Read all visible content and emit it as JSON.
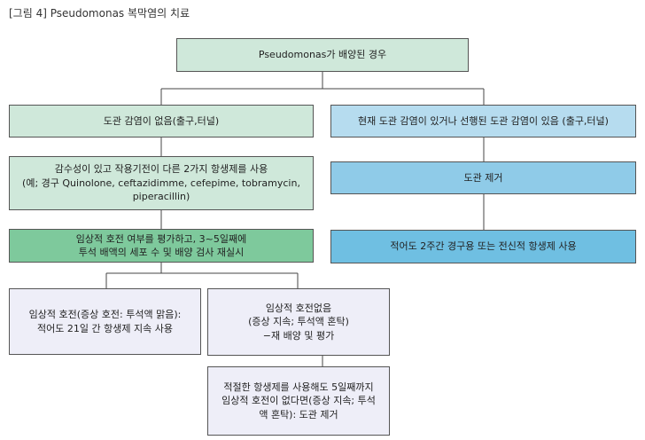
{
  "caption": "[그림 4] Pseudomonas 복막염의 치료",
  "nodes": {
    "root": "Pseudomonas가 배양된 경우",
    "left1": "도관 감염이 없음(출구,터널)",
    "left2": "감수성이 있고 작용기전이 다른 2가지 항생제를 사용\n(예; 경구 Quinolone, ceftazidimme, cefepime, tobramycin,\npiperacillin)",
    "left3": "임상적 호전 여부를 평가하고, 3~5일째에\n투석 배액의 세포 수 및 배양 검사 재실시",
    "improve": "임상적 호전(증상 호전: 투석액 맑음):\n적어도 21일 간 항생제 지속 사용",
    "noimprove": "임상적 호전없음\n(증상 지속; 투석액 혼탁)\n−재 배양 및 평가",
    "final": "적절한 항생제를 사용해도 5일째까지\n임상적 호전이 없다면(증상 지속; 투석\n액 혼탁): 도관 제거",
    "right1": "현재 도관 감염이 있거나 선행된 도관 감염이 있음 (출구,터널)",
    "right2": "도관 제거",
    "right3": "적어도 2주간 경구용 또는 전신적 항생제 사용"
  }
}
